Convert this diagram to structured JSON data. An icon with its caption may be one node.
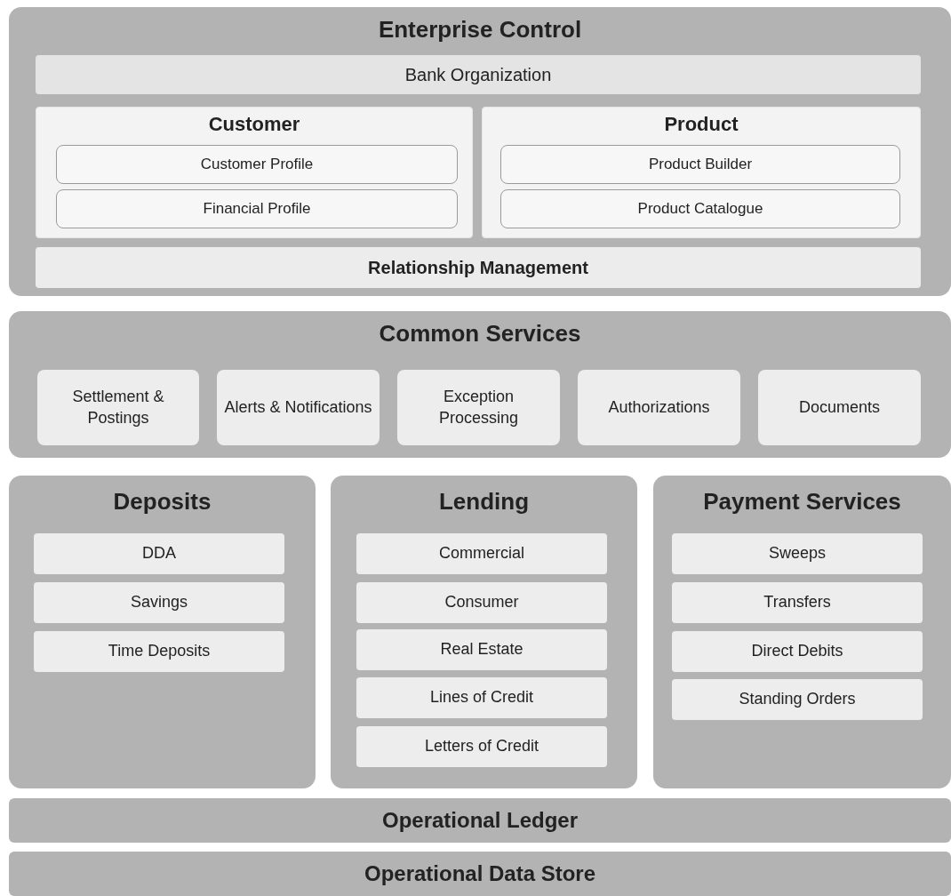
{
  "diagram": {
    "nodes": [
      {
        "text": [
          "Enterprise Control"
        ]
      },
      {
        "text": [
          "Bank Organization"
        ],
        "in": 0
      },
      {
        "text": [
          "Customer"
        ],
        "in": 0
      },
      {
        "text": [
          "Customer Profile"
        ],
        "in": 2
      },
      {
        "text": [
          "Financial Profile"
        ],
        "in": 2
      },
      {
        "text": [
          "Product"
        ],
        "in": 0
      },
      {
        "text": [
          "Product Builder"
        ],
        "in": 5
      },
      {
        "text": [
          "Product Catalogue"
        ],
        "in": 5
      },
      {
        "text": [
          "Relationship Management"
        ],
        "in": 0
      },
      {
        "text": [
          "Common Services"
        ]
      },
      {
        "text": [
          "Settlement & Postings"
        ],
        "in": 9
      },
      {
        "text": [
          "Alerts & Notifications"
        ],
        "in": 9
      },
      {
        "text": [
          "Exception Processing"
        ],
        "in": 9
      },
      {
        "text": [
          "Authorizations"
        ],
        "in": 9
      },
      {
        "text": [
          "Documents"
        ],
        "in": 9
      },
      {
        "text": [
          "Deposits"
        ]
      },
      {
        "text": [
          "DDA"
        ],
        "in": 15
      },
      {
        "text": [
          "Savings"
        ],
        "in": 15
      },
      {
        "text": [
          "Time Deposits"
        ],
        "in": 15
      },
      {
        "text": [
          "Lending"
        ]
      },
      {
        "text": [
          "Commercial"
        ],
        "in": 19
      },
      {
        "text": [
          "Consumer"
        ],
        "in": 19
      },
      {
        "text": [
          "Real Estate"
        ],
        "in": 19
      },
      {
        "text": [
          "Lines of Credit"
        ],
        "in": 19
      },
      {
        "text": [
          "Letters of Credit"
        ],
        "in": 19
      },
      {
        "text": [
          "Payment Services"
        ]
      },
      {
        "text": [
          "Sweeps"
        ],
        "in": 25
      },
      {
        "text": [
          "Transfers"
        ],
        "in": 25
      },
      {
        "text": [
          "Direct Debits"
        ],
        "in": 25
      },
      {
        "text": [
          "Standing Orders"
        ],
        "in": 25
      },
      {
        "text": [
          "Operational Ledger"
        ]
      },
      {
        "text": [
          "Operational Data Store"
        ]
      }
    ]
  }
}
